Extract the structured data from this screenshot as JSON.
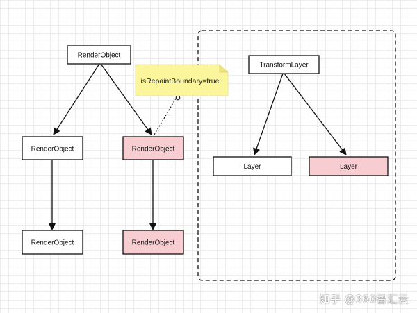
{
  "diagram": {
    "nodes": {
      "root": "RenderObject",
      "left_mid": "RenderObject",
      "right_mid": "RenderObject",
      "left_bottom": "RenderObject",
      "right_bottom": "RenderObject",
      "transform_layer": "TransformLayer",
      "layer_left": "Layer",
      "layer_right": "Layer"
    },
    "note": "isRepaintBoundary=true",
    "colors": {
      "highlight_fill": "#f8cdd2",
      "node_fill": "#ffffff",
      "note_fill": "#fbf69b",
      "stroke": "#111111"
    }
  },
  "watermark": "知乎 @360智汇云"
}
